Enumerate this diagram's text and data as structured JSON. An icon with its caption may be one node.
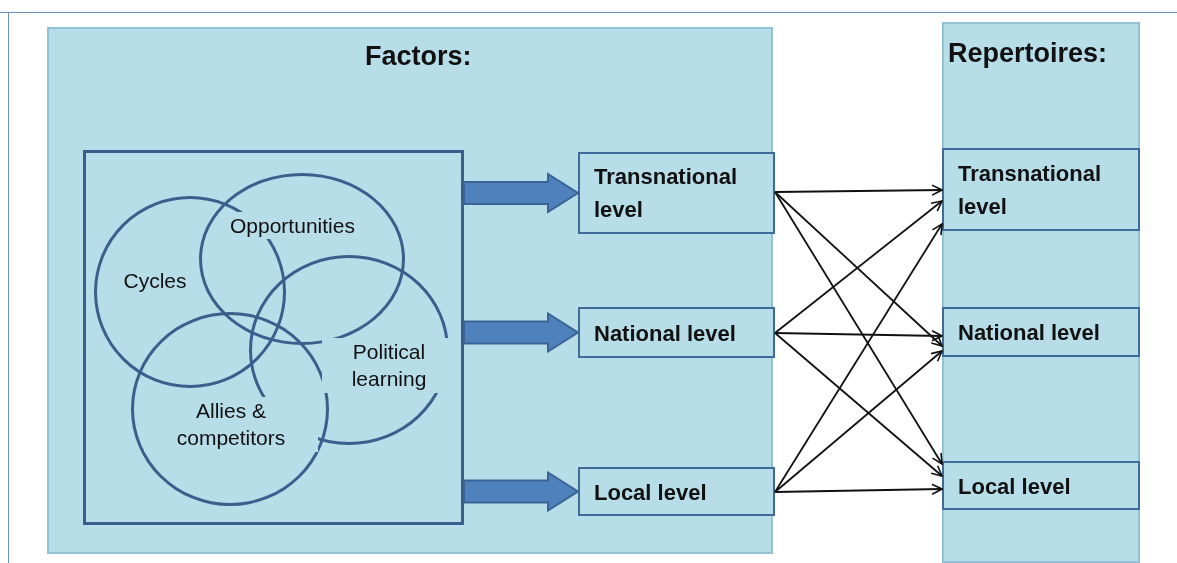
{
  "diagram": {
    "nodes": [
      {
        "text": [
          "Factors:"
        ]
      },
      {
        "text": [],
        "shape": "box",
        "in": 0
      },
      {
        "text": [
          "Cycles"
        ],
        "in": 1
      },
      {
        "text": [
          "Opportunities"
        ],
        "in": 1
      },
      {
        "text": [
          "Political learning"
        ],
        "in": 1
      },
      {
        "text": [
          "Allies & competitors"
        ],
        "in": 1
      },
      {
        "text": [
          "Transnational level"
        ],
        "in": 0
      },
      {
        "text": [
          "National level"
        ],
        "in": 0
      },
      {
        "text": [
          "Local level"
        ],
        "in": 0
      },
      {
        "text": [
          "Repertoires:"
        ]
      },
      {
        "text": [
          "Transnational level"
        ],
        "in": 9
      },
      {
        "text": [
          "National level"
        ],
        "in": 9
      },
      {
        "text": [
          "Local level"
        ],
        "in": 9
      }
    ],
    "edges": [
      {
        "from": 1,
        "to": 6,
        "arrow": "to",
        "style": "thick"
      },
      {
        "from": 1,
        "to": 7,
        "arrow": "to",
        "style": "thick"
      },
      {
        "from": 1,
        "to": 8,
        "arrow": "to",
        "style": "thick"
      },
      {
        "from": 6,
        "to": 10,
        "arrow": "to"
      },
      {
        "from": 6,
        "to": 11,
        "arrow": "to"
      },
      {
        "from": 6,
        "to": 12,
        "arrow": "to"
      },
      {
        "from": 7,
        "to": 10,
        "arrow": "to"
      },
      {
        "from": 7,
        "to": 11,
        "arrow": "to"
      },
      {
        "from": 7,
        "to": 12,
        "arrow": "to"
      },
      {
        "from": 8,
        "to": 10,
        "arrow": "to"
      },
      {
        "from": 8,
        "to": 11,
        "arrow": "to"
      },
      {
        "from": 8,
        "to": 12,
        "arrow": "to"
      }
    ]
  }
}
